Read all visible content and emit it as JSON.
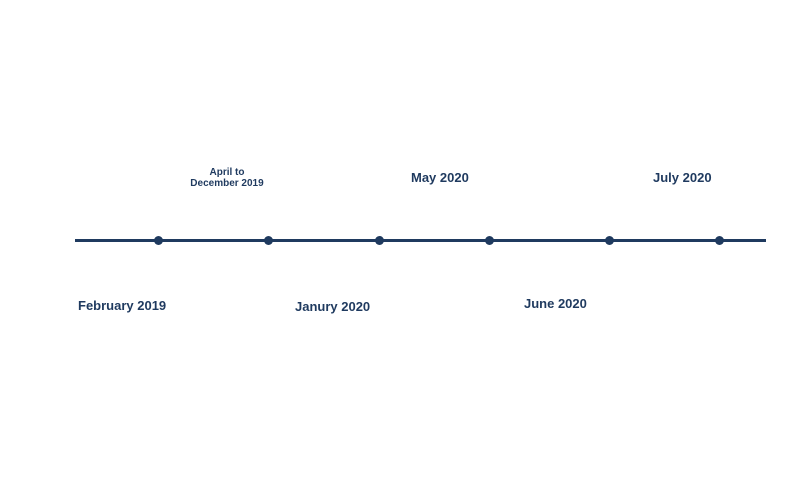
{
  "timeline": {
    "line_color": "#1f3a5f",
    "events": [
      {
        "label": "February 2019"
      },
      {
        "label": "April to December 2019"
      },
      {
        "label": "Janury 2020"
      },
      {
        "label": "May 2020"
      },
      {
        "label": "June 2020"
      },
      {
        "label": "July 2020"
      }
    ]
  }
}
